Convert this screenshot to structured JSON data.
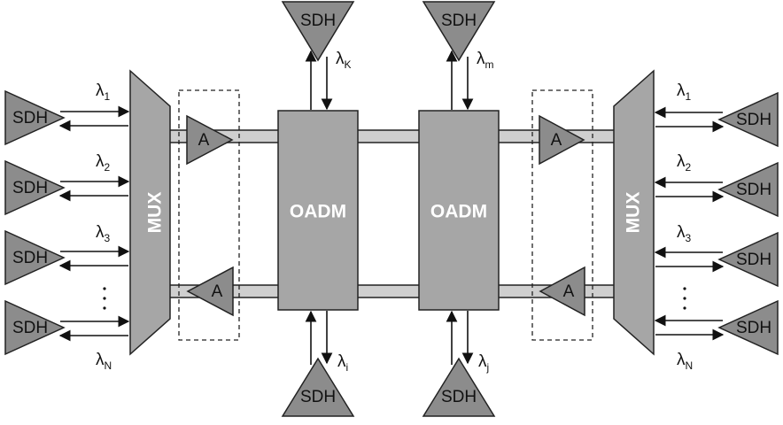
{
  "labels": {
    "sdh": "SDH",
    "mux": "MUX",
    "amp": "A",
    "oadm": "OADM",
    "lambda": "λ",
    "ellipsis": "·\n·\n·"
  },
  "left_channels": [
    {
      "sub": "1"
    },
    {
      "sub": "2"
    },
    {
      "sub": "3"
    },
    {
      "sub": "N"
    }
  ],
  "right_channels": [
    {
      "sub": "1"
    },
    {
      "sub": "2"
    },
    {
      "sub": "3"
    },
    {
      "sub": "N"
    }
  ],
  "drops": {
    "oadm1_top": "K",
    "oadm2_top": "m",
    "oadm1_bottom": "i",
    "oadm2_bottom": "j"
  },
  "colors": {
    "triangle_fill": "#8c8c8c",
    "box_fill": "#a6a6a6",
    "fiber_fill": "#cfcfcf",
    "stroke": "#222222"
  }
}
